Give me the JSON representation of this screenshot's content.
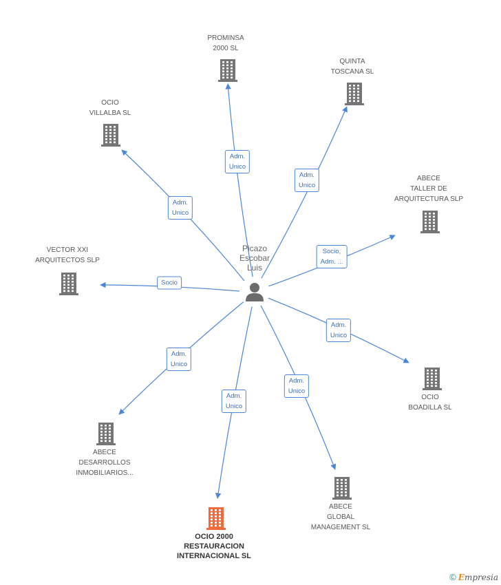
{
  "center": {
    "name_lines": [
      "Picazo",
      "Escobar",
      "Luis"
    ]
  },
  "nodes": [
    {
      "id": "prominsa",
      "lines": [
        "PROMINSA",
        "2000 SL"
      ]
    },
    {
      "id": "quinta",
      "lines": [
        "QUINTA",
        "TOSCANA SL"
      ]
    },
    {
      "id": "villalba",
      "lines": [
        "OCIO",
        "VILLALBA  SL"
      ]
    },
    {
      "id": "taller",
      "lines": [
        "ABECE",
        "TALLER DE",
        "ARQUITECTURA SLP"
      ]
    },
    {
      "id": "vector",
      "lines": [
        "VECTOR XXI",
        "ARQUITECTOS SLP"
      ]
    },
    {
      "id": "boadilla",
      "lines": [
        "OCIO",
        "BOADILLA SL"
      ]
    },
    {
      "id": "desarrollos",
      "lines": [
        "ABECE",
        "DESARROLLOS",
        "INMOBILIARIOS..."
      ]
    },
    {
      "id": "global",
      "lines": [
        "ABECE",
        "GLOBAL",
        "MANAGEMENT SL"
      ]
    },
    {
      "id": "ocio2000",
      "lines": [
        "OCIO 2000",
        "RESTAURACION",
        "INTERNACIONAL SL"
      ],
      "highlight": true
    }
  ],
  "edges": [
    {
      "to": "prominsa",
      "label": [
        "Adm.",
        "Unico"
      ]
    },
    {
      "to": "quinta",
      "label": [
        "Adm.",
        "Unico"
      ]
    },
    {
      "to": "villalba",
      "label": [
        "Adm.",
        "Unico"
      ]
    },
    {
      "to": "taller",
      "label": [
        "Socio,",
        "Adm. ..."
      ]
    },
    {
      "to": "vector",
      "label": [
        "Socio"
      ]
    },
    {
      "to": "boadilla",
      "label": [
        "Adm.",
        "Unico"
      ]
    },
    {
      "to": "desarrollos",
      "label": [
        "Adm.",
        "Unico"
      ]
    },
    {
      "to": "ocio2000",
      "label": [
        "Adm.",
        "Unico"
      ]
    },
    {
      "to": "global",
      "label": [
        "Adm.",
        "Unico"
      ]
    }
  ],
  "colors": {
    "edge": "#4a86d8",
    "building": "#757575",
    "highlight": "#f06a3a",
    "person": "#6b6b6b"
  },
  "footer": {
    "copyright": "©",
    "brand_initial": "E",
    "brand_rest": "mpresia"
  }
}
